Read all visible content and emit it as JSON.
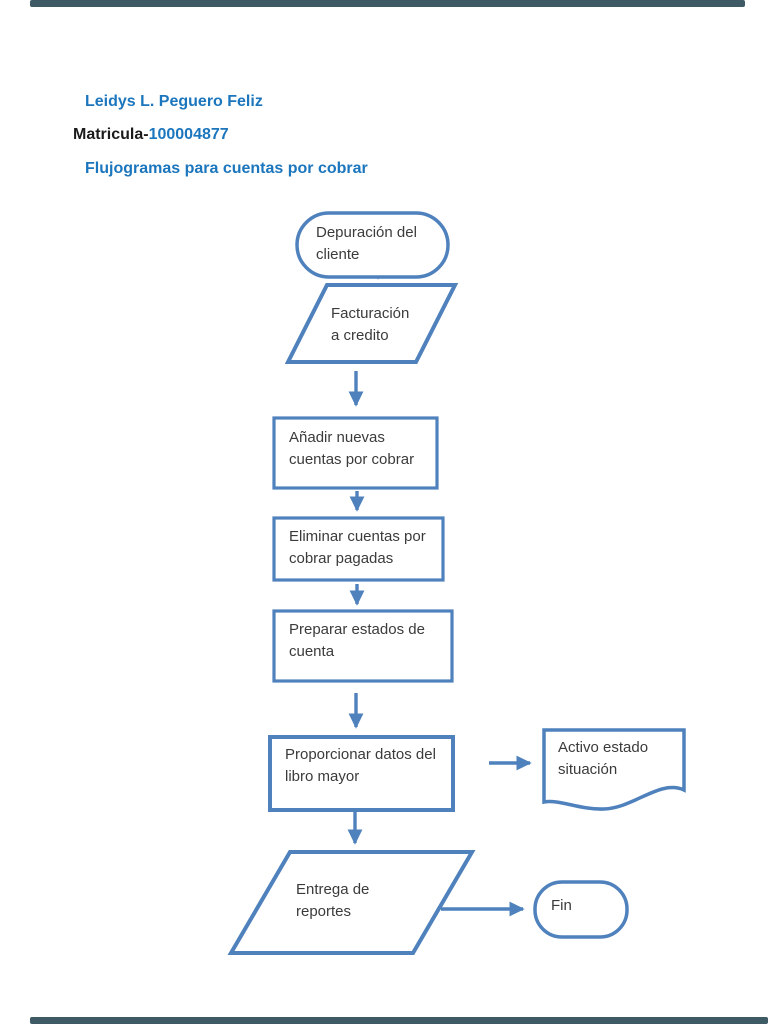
{
  "colors": {
    "accent-blue": "#1c76bd",
    "text-dark": "#1b1b1b",
    "shape-stroke": "#4f81bd",
    "shape-text": "#3b3b3b",
    "edge-bar": "#3d5a65"
  },
  "header": {
    "author": "Leidys L. Peguero Feliz",
    "matricula_label": "Matricula-",
    "matricula_number": "100004877",
    "title": "Flujogramas para cuentas por cobrar"
  },
  "flowchart": {
    "nodes": [
      {
        "id": "inicio",
        "shape": "terminator",
        "label": "Depuración del\ncliente"
      },
      {
        "id": "facturacion",
        "shape": "parallelogram",
        "label": "Facturación\na credito"
      },
      {
        "id": "anadir",
        "shape": "process",
        "label": "Añadir nuevas\ncuentas por cobrar"
      },
      {
        "id": "eliminar",
        "shape": "process",
        "label": "Eliminar cuentas por\ncobrar pagadas"
      },
      {
        "id": "preparar",
        "shape": "process",
        "label": "Preparar estados de\ncuenta"
      },
      {
        "id": "proporcionar",
        "shape": "process",
        "label": "Proporcionar datos del\nlibro mayor"
      },
      {
        "id": "activo",
        "shape": "document",
        "label": "Activo estado\nsituación"
      },
      {
        "id": "entrega",
        "shape": "parallelogram",
        "label": "Entrega de\nreportes"
      },
      {
        "id": "fin",
        "shape": "terminator",
        "label": "Fin"
      }
    ]
  }
}
